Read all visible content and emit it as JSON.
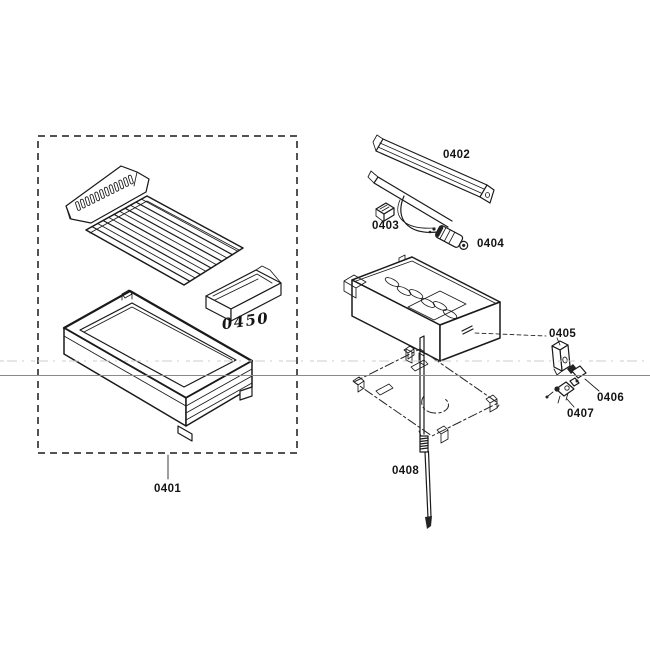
{
  "figure": {
    "colors": {
      "background": "#ffffff",
      "ink": "#1a1a1a",
      "fold_line": "#8a8a8a",
      "noise_line": "#cccccc"
    },
    "labels": {
      "p0401": "0401",
      "p0402": "0402",
      "p0403": "0403",
      "p0404": "0404",
      "p0405": "0405",
      "p0406": "0406",
      "p0407": "0407",
      "p0408": "0408",
      "p0450": "0450"
    }
  }
}
